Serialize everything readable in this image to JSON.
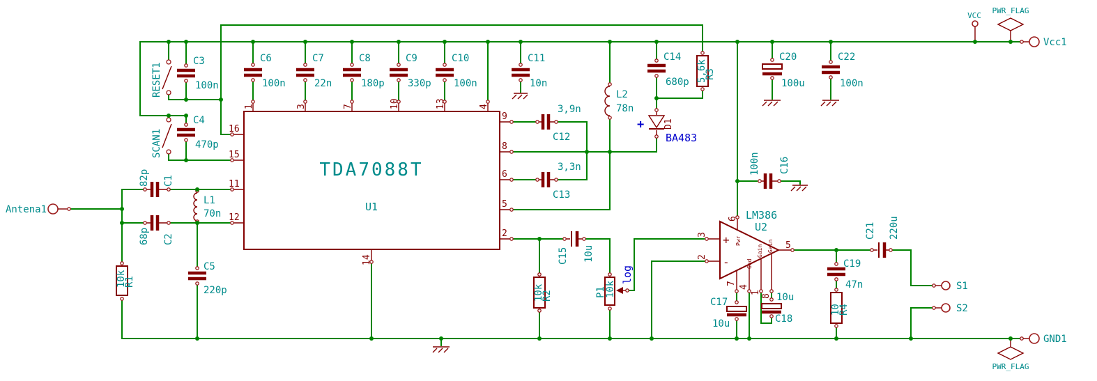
{
  "colors": {
    "wire": "#008400",
    "symbol": "#840000",
    "label": "#008B8B",
    "annotation": "#0000CC",
    "background": "#FFFFFF"
  },
  "u1": {
    "part": "TDA7088T",
    "ref": "U1",
    "pins_top": [
      "1",
      "3",
      "7",
      "10",
      "13",
      "4"
    ],
    "pins_left": [
      "16",
      "15",
      "11",
      "12"
    ],
    "pins_right": [
      "9",
      "8",
      "6",
      "5",
      "2"
    ],
    "pin_bottom": "14"
  },
  "u2": {
    "part": "LM386",
    "ref": "U2",
    "plus": "+",
    "minus": "-",
    "num_plus": "3",
    "num_minus": "2",
    "num_power": "6",
    "num_out": "5",
    "nums_bottom": [
      "7",
      "4",
      "1",
      "8"
    ],
    "lbl_power": "Pwr",
    "lbl_gnd": "Gnd",
    "lbl_gain_a": "Gain",
    "lbl_gain_b": "Gain"
  },
  "caps": {
    "C1": {
      "ref": "C1",
      "val": "82p"
    },
    "C2": {
      "ref": "C2",
      "val": "68p"
    },
    "C3": {
      "ref": "C3",
      "val": "100n"
    },
    "C4": {
      "ref": "C4",
      "val": "470p"
    },
    "C5": {
      "ref": "C5",
      "val": "220p"
    },
    "C6": {
      "ref": "C6",
      "val": "100n"
    },
    "C7": {
      "ref": "C7",
      "val": "22n"
    },
    "C8": {
      "ref": "C8",
      "val": "180p"
    },
    "C9": {
      "ref": "C9",
      "val": "330p"
    },
    "C10": {
      "ref": "C10",
      "val": "100n"
    },
    "C11": {
      "ref": "C11",
      "val": "10n"
    },
    "C12": {
      "ref": "C12",
      "val": "3,9n"
    },
    "C13": {
      "ref": "C13",
      "val": "3,3n"
    },
    "C14": {
      "ref": "C14",
      "val": "680p"
    },
    "C15": {
      "ref": "C15",
      "val": "10u"
    },
    "C16": {
      "ref": "C16",
      "val": "100n"
    },
    "C17": {
      "ref": "C17",
      "val": "10u"
    },
    "C18": {
      "ref": "C18",
      "val": "10u"
    },
    "C19": {
      "ref": "C19",
      "val": "47n"
    },
    "C20": {
      "ref": "C20",
      "val": "100u"
    },
    "C21": {
      "ref": "C21",
      "val": "220u"
    },
    "C22": {
      "ref": "C22",
      "val": "100n"
    }
  },
  "res": {
    "R1": {
      "ref": "R1",
      "val": "10k"
    },
    "R2": {
      "ref": "R2",
      "val": "10k"
    },
    "R3": {
      "ref": "R3",
      "val": "5,6k"
    },
    "R4": {
      "ref": "R4",
      "val": "10"
    }
  },
  "ind": {
    "L1": {
      "ref": "L1",
      "val": "70n"
    },
    "L2": {
      "ref": "L2",
      "val": "78n"
    }
  },
  "pot": {
    "ref": "P1",
    "val": "10k",
    "taper": "log"
  },
  "diode": {
    "ref": "D1",
    "val": "BA483",
    "plus": "+"
  },
  "switches": {
    "reset": "RESET1",
    "scan": "SCAN1"
  },
  "ports": {
    "antenna": "Antena1",
    "vcc": "Vcc1",
    "gnd": "GND1",
    "s1": "S1",
    "s2": "S2"
  },
  "power": {
    "vcc": "VCC",
    "flag_top": "PWR_FLAG",
    "flag_bottom": "PWR_FLAG"
  }
}
